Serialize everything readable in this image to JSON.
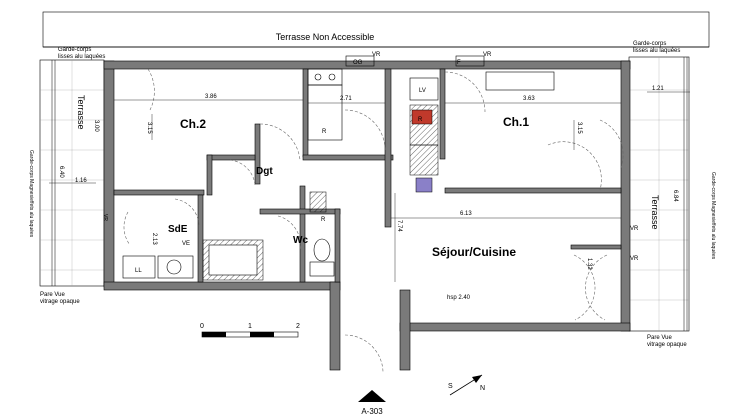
{
  "plan": {
    "reference": "A-303",
    "terrace_top": "Terrasse Non Accessible",
    "terrace_left": "Terrasse",
    "terrace_right": "Terrasse",
    "rooms": {
      "ch2": "Ch.2",
      "ch1": "Ch.1",
      "dgt": "Dgt",
      "sde": "SdE",
      "wc": "Wc",
      "sejour": "Séjour/Cuisine"
    },
    "notes": {
      "garde_corps_left": "Garde-corps",
      "garde_corps_left_2": "lisses alu laquées",
      "garde_corps_right": "Garde-corps",
      "garde_corps_right_2": "lisses alu laquées",
      "side_label_left": "Garde-corps Magnesieffets alu laquées",
      "side_label_right": "Garde-corps Magnesieffets alu laquées",
      "pare_vue_left": "Pare Vue",
      "vitrage_left": "vitrage opaque",
      "pare_vue_right": "Pare Vue",
      "vitrage_right": "vitrage opaque",
      "hsp": "hsp 2.40",
      "vr1": "VR",
      "vr2": "VR",
      "vr3": "VR",
      "vr4": "VR",
      "vr5": "VR",
      "og": "OG",
      "f": "F",
      "lv": "LV",
      "r1": "R",
      "r2": "R",
      "ll": "LL",
      "ve": "VE",
      "ref_tag": "R"
    },
    "dimensions": {
      "d386": "3.86",
      "d271": "2.71",
      "d363": "3.63",
      "d613": "6.13",
      "d774": "7.74",
      "d315a": "3.15",
      "d315b": "3.15",
      "d640": "6.40",
      "d116": "1.16",
      "d121": "1.21",
      "d684": "6.84",
      "d213": "2.13",
      "d132": "1.32",
      "d300": "3.00"
    },
    "scale": {
      "s0": "0",
      "s1": "1",
      "s2": "2"
    },
    "compass": {
      "n": "N",
      "s": "S"
    }
  }
}
